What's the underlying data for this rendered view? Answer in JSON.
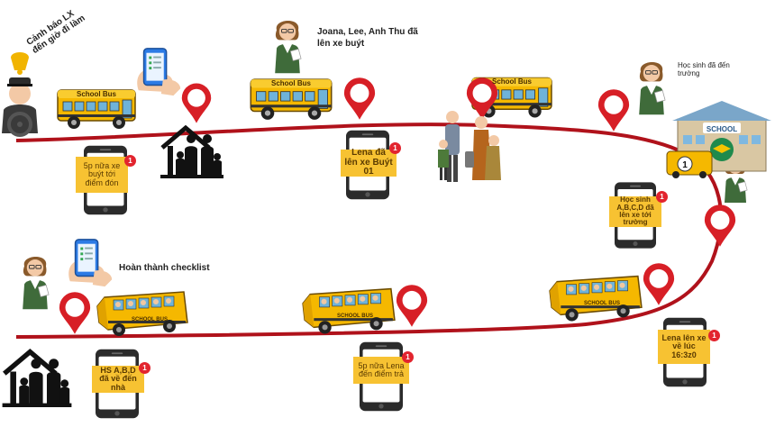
{
  "labels": {
    "driver_alert": "Cảnh báo LX đến giờ đi làm",
    "boarded": "Joana, Lee, Anh Thu đã lên xe buýt",
    "arrived_school": "Học sinh đã đến trường",
    "checklist_done": "Hoàn thành checklist"
  },
  "bus_text": {
    "school_bus": "School Bus",
    "school_bus_caps": "SCHOOL BUS"
  },
  "school": {
    "sign": "SCHOOL",
    "bus_number": "1"
  },
  "notifications": {
    "n1": "5p nữa xe buýt tới điểm đón",
    "n2": "Lena đã lên xe Buýt 01",
    "n3": "Học sinh A,B,C,D đã lên xe tới trường",
    "n4": "HS A,B,D đã về đến nhà",
    "n5": "5p nữa Lena đến điểm trả",
    "n6": "Lena lên xe về lúc 16:3z0"
  },
  "badge_count": "1",
  "colors": {
    "route": "#b0121b",
    "pin": "#d71f26",
    "note": "#f7c232",
    "bus": "#f5b800",
    "phone": "#2b2b2b"
  }
}
